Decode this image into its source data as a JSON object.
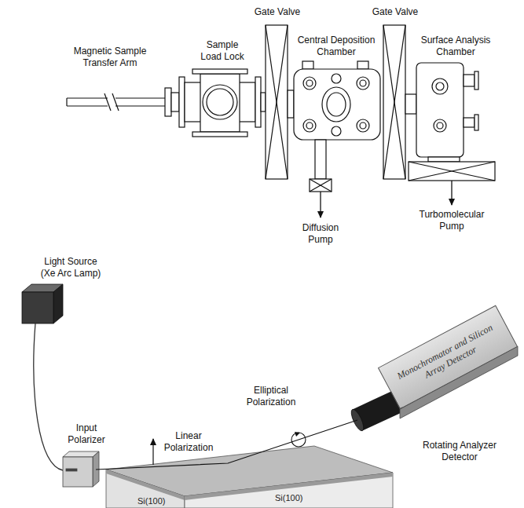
{
  "diagram": {
    "nodes": [
      {
        "text": [
          "Si(100)",
          "Si(100)"
        ]
      },
      {
        "text": [
          "Monochromator and Silicon Array Detector"
        ]
      }
    ],
    "labels": [
      "Magnetic Sample Transfer Arm",
      "Sample Load Lock",
      "Gate Valve",
      "Central Deposition Chamber",
      "Gate Valve",
      "Surface Analysis Chamber",
      "Diffusion Pump",
      "Turbomolecular Pump",
      "Light Source (Xe Arc Lamp)",
      "Input Polarizer",
      "Linear Polarization",
      "Elliptical Polarization",
      "Rotating Analyzer Detector"
    ]
  }
}
